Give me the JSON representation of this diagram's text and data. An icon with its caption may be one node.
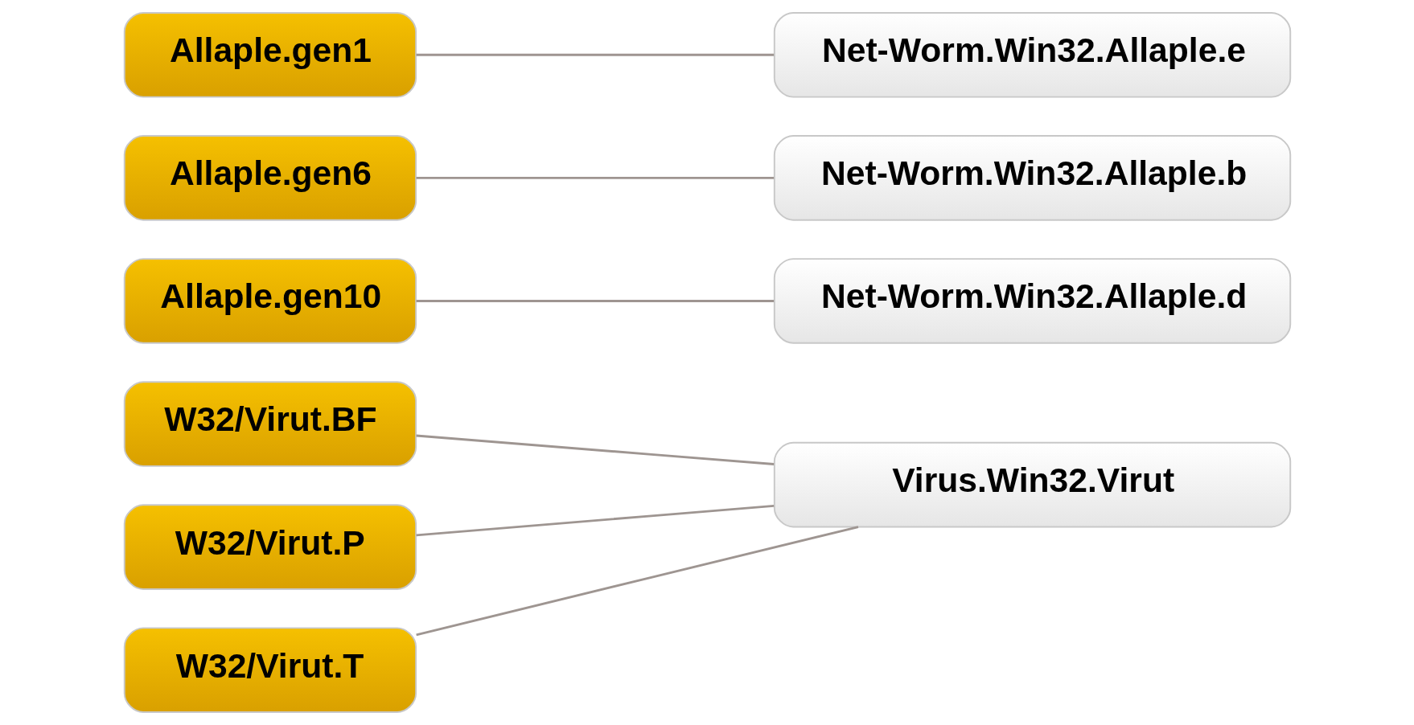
{
  "diagram": {
    "nodes": [
      {
        "text": [
          "Allaple.gen1"
        ]
      },
      {
        "text": [
          "Allaple.gen6"
        ]
      },
      {
        "text": [
          "Allaple.gen10"
        ]
      },
      {
        "text": [
          "W32/Virut.BF"
        ]
      },
      {
        "text": [
          "W32/Virut.P"
        ]
      },
      {
        "text": [
          "W32/Virut.T"
        ]
      },
      {
        "text": [
          "Net-Worm.Win32.Allaple.e"
        ]
      },
      {
        "text": [
          "Net-Worm.Win32.Allaple.b"
        ]
      },
      {
        "text": [
          "Net-Worm.Win32.Allaple.d"
        ]
      },
      {
        "text": [
          "Virus.Win32.Virut"
        ]
      }
    ],
    "edges": [
      {
        "from": 0,
        "to": 6,
        "arrow": "none"
      },
      {
        "from": 1,
        "to": 7,
        "arrow": "none"
      },
      {
        "from": 2,
        "to": 8,
        "arrow": "none"
      },
      {
        "from": 3,
        "to": 9,
        "arrow": "none"
      },
      {
        "from": 4,
        "to": 9,
        "arrow": "none"
      },
      {
        "from": 5,
        "to": 9,
        "arrow": "none"
      }
    ]
  }
}
